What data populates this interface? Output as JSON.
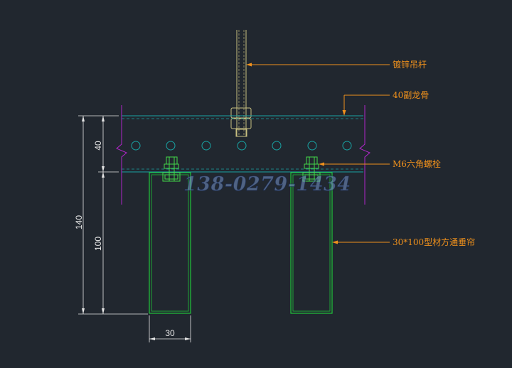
{
  "colors": {
    "background": "#21272f",
    "profile": "#21c43a",
    "bolt": "#43d84a",
    "channel": "#19a3a3",
    "rod": "#c9c080",
    "leader": "#f0911c",
    "label": "#f0911c",
    "magenta": "#b026c8",
    "dimension": "#e6e6e6"
  },
  "labels": {
    "rod": "镀锌吊杆",
    "keel": "40副龙骨",
    "bolt": "M6六角螺栓",
    "profile": "30*100型材方通垂帘"
  },
  "dimensions": {
    "total_height": "140",
    "channel_height": "40",
    "profile_height": "100",
    "profile_width": "30"
  },
  "watermark": "138-0279-1434",
  "icons": {
    "leader_arrow": "arrow-head-icon"
  }
}
